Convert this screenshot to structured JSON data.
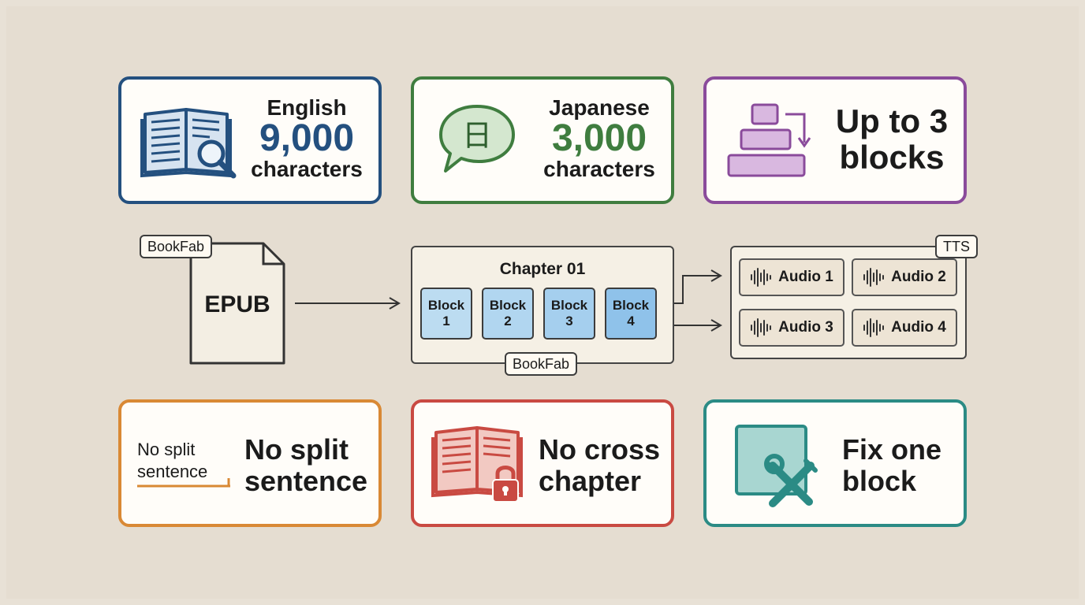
{
  "cards_top": {
    "english": {
      "lang": "English",
      "number": "9,000",
      "unit": "characters",
      "color": "#24507f",
      "icon": "book-search-icon"
    },
    "japanese": {
      "lang": "Japanese",
      "number": "3,000",
      "unit": "characters",
      "color": "#3f7d3f",
      "icon": "speech-bubble-kanji-icon",
      "glyph": "日"
    },
    "blocks": {
      "line1": "Up to 3",
      "line2": "blocks",
      "color": "#8a4b9b",
      "icon": "stacked-blocks-icon"
    }
  },
  "pipeline": {
    "source_tag": "BookFab",
    "source_label": "EPUB",
    "chapter_title": "Chapter 01",
    "chapter_tag": "BookFab",
    "blocks": [
      {
        "line1": "Block",
        "line2": "1",
        "color": "#bcdcf1"
      },
      {
        "line1": "Block",
        "line2": "2",
        "color": "#b1d6f0"
      },
      {
        "line1": "Block",
        "line2": "3",
        "color": "#a5cfee"
      },
      {
        "line1": "Block",
        "line2": "4",
        "color": "#8fc2ea"
      }
    ],
    "tts_tag": "TTS",
    "audio": [
      "Audio 1",
      "Audio 2",
      "Audio 3",
      "Audio 4"
    ]
  },
  "cards_bottom": {
    "split": {
      "small_line1": "No split",
      "small_line2": "sentence",
      "line1": "No split",
      "line2": "sentence",
      "color": "#d98935"
    },
    "cross": {
      "line1": "No cross",
      "line2": "chapter",
      "color": "#c94a42",
      "icon": "book-lock-icon"
    },
    "fix": {
      "line1": "Fix one",
      "line2": "block",
      "color": "#2b8b85",
      "icon": "wrench-screwdriver-icon"
    }
  }
}
